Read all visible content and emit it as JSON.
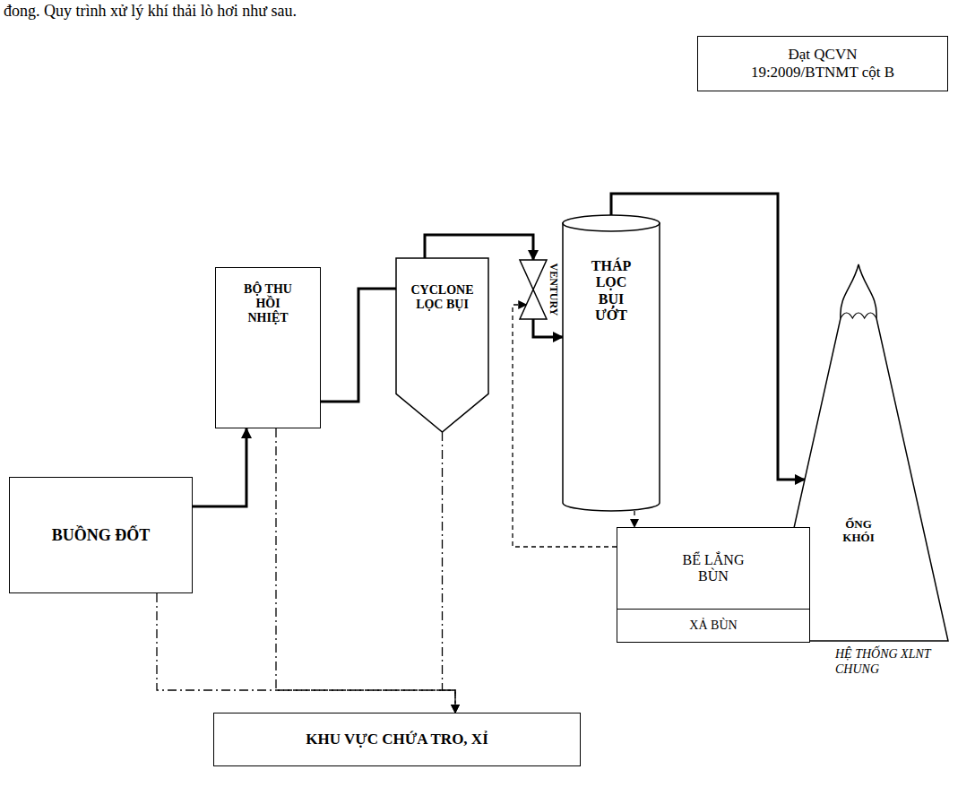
{
  "diagram": {
    "nodes": [
      {
        "text": [
          "Đạt QCVN 19:2009/BTNMT cột B"
        ]
      },
      {
        "text": [
          "BUỒNG ĐỐT"
        ]
      },
      {
        "text": [
          "BỘ THU HỒI NHIỆT"
        ]
      },
      {
        "text": [
          "CYCLONE LỌC BỤI"
        ]
      },
      {
        "text": [
          "VENTURY"
        ]
      },
      {
        "text": [
          "THÁP LỌC BỤI ƯỚT"
        ]
      },
      {
        "text": [
          "ỐNG KHÓI"
        ]
      },
      {
        "text": [
          "BỂ LẮNG BÙN"
        ]
      },
      {
        "text": [
          "XẢ BÙN"
        ]
      },
      {
        "text": [
          "KHU VỰC CHỨA TRO, XỈ"
        ]
      }
    ],
    "edges": [
      {
        "from": 1,
        "to": 2,
        "arrow": "to"
      },
      {
        "from": 2,
        "to": 3,
        "arrow": "none"
      },
      {
        "from": 3,
        "to": 4,
        "arrow": "to"
      },
      {
        "from": 4,
        "to": 5,
        "arrow": "to"
      },
      {
        "from": 5,
        "to": 6,
        "arrow": "to"
      },
      {
        "from": 5,
        "to": 7,
        "arrow": "to"
      },
      {
        "from": 7,
        "to": 4,
        "arrow": "to"
      },
      {
        "from": 1,
        "to": 9,
        "arrow": "to"
      },
      {
        "from": 2,
        "to": 9,
        "arrow": "to"
      },
      {
        "from": 3,
        "to": 9,
        "arrow": "to"
      }
    ],
    "labels": [
      "đong. Quy trình xử lý khí thải lò hơi như sau.",
      "HỆ THỐNG XLNT CHUNG"
    ]
  }
}
